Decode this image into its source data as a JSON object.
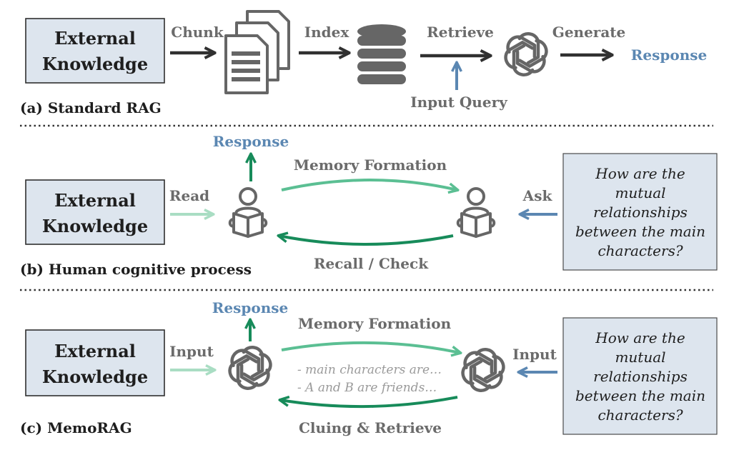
{
  "colors": {
    "dark_arrow": "#303030",
    "gray_text": "#6b6b6b",
    "blue": "#5b87b2",
    "green_dark": "#178b5a",
    "green_mid": "#5bbf93",
    "green_light": "#a9ddc3",
    "box_fill": "#dde5ee",
    "icon_gray": "#666666"
  },
  "section_a": {
    "caption": "(a) Standard RAG",
    "knowledge_line1": "External",
    "knowledge_line2": "Knowledge",
    "chunk": "Chunk",
    "index": "Index",
    "retrieve": "Retrieve",
    "generate": "Generate",
    "response": "Response",
    "input_query": "Input Query",
    "icons": [
      "documents-icon",
      "database-icon",
      "openai-logo-icon"
    ]
  },
  "section_b": {
    "caption": "(b) Human cognitive process",
    "knowledge_line1": "External",
    "knowledge_line2": "Knowledge",
    "read": "Read",
    "response": "Response",
    "memory_formation": "Memory Formation",
    "recall_check": "Recall / Check",
    "ask": "Ask",
    "question_lines": [
      "How are the",
      "mutual",
      "relationships",
      "between the main",
      "characters?"
    ],
    "icons": [
      "person-reading-icon",
      "person-reading-icon"
    ]
  },
  "section_c": {
    "caption": "(c) MemoRAG",
    "knowledge_line1": "External",
    "knowledge_line2": "Knowledge",
    "input_left": "Input",
    "input_right": "Input",
    "response": "Response",
    "memory_formation": "Memory Formation",
    "clue_retrieve": "Cluing & Retrieve",
    "memory_lines": [
      "-  main characters are…",
      "-  A and B are friends…",
      "…"
    ],
    "question_lines": [
      "How are the",
      "mutual",
      "relationships",
      "between the main",
      "characters?"
    ],
    "icons": [
      "openai-logo-icon",
      "openai-logo-icon"
    ]
  }
}
